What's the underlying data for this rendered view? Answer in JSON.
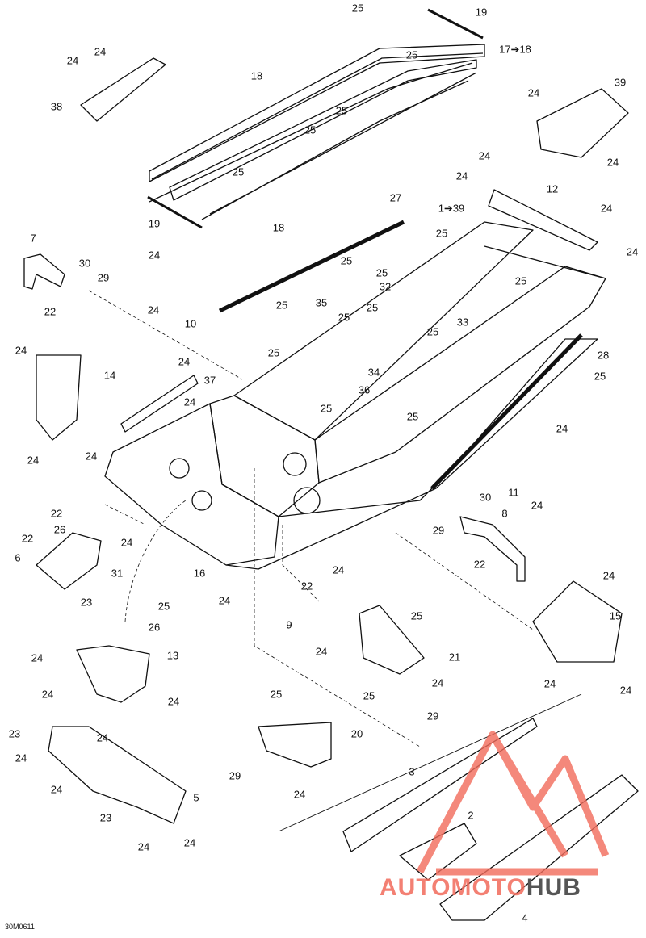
{
  "diagram": {
    "drawing_code": "30M0611",
    "callouts": {
      "p1_39": "1➔39",
      "p2": "2",
      "p3": "3",
      "p4": "4",
      "p5": "5",
      "p6": "6",
      "p7": "7",
      "p8": "8",
      "p9": "9",
      "p10": "10",
      "p11": "11",
      "p12": "12",
      "p13": "13",
      "p14": "14",
      "p15": "15",
      "p16": "16",
      "p17_18": "17➔18",
      "p18": "18",
      "p19": "19",
      "p20": "20",
      "p21": "21",
      "p22": "22",
      "p23": "23",
      "p24": "24",
      "p25": "25",
      "p26": "26",
      "p27": "27",
      "p28": "28",
      "p29": "29",
      "p30": "30",
      "p31": "31",
      "p32": "32",
      "p33": "33",
      "p34": "34",
      "p35": "35",
      "p36": "36",
      "p37": "37",
      "p38": "38",
      "p39": "39"
    }
  },
  "watermark": {
    "word1": "AUTOMOTO",
    "word2": "HUB",
    "accent_color": "#f26b5b",
    "dark_color": "#555555"
  }
}
